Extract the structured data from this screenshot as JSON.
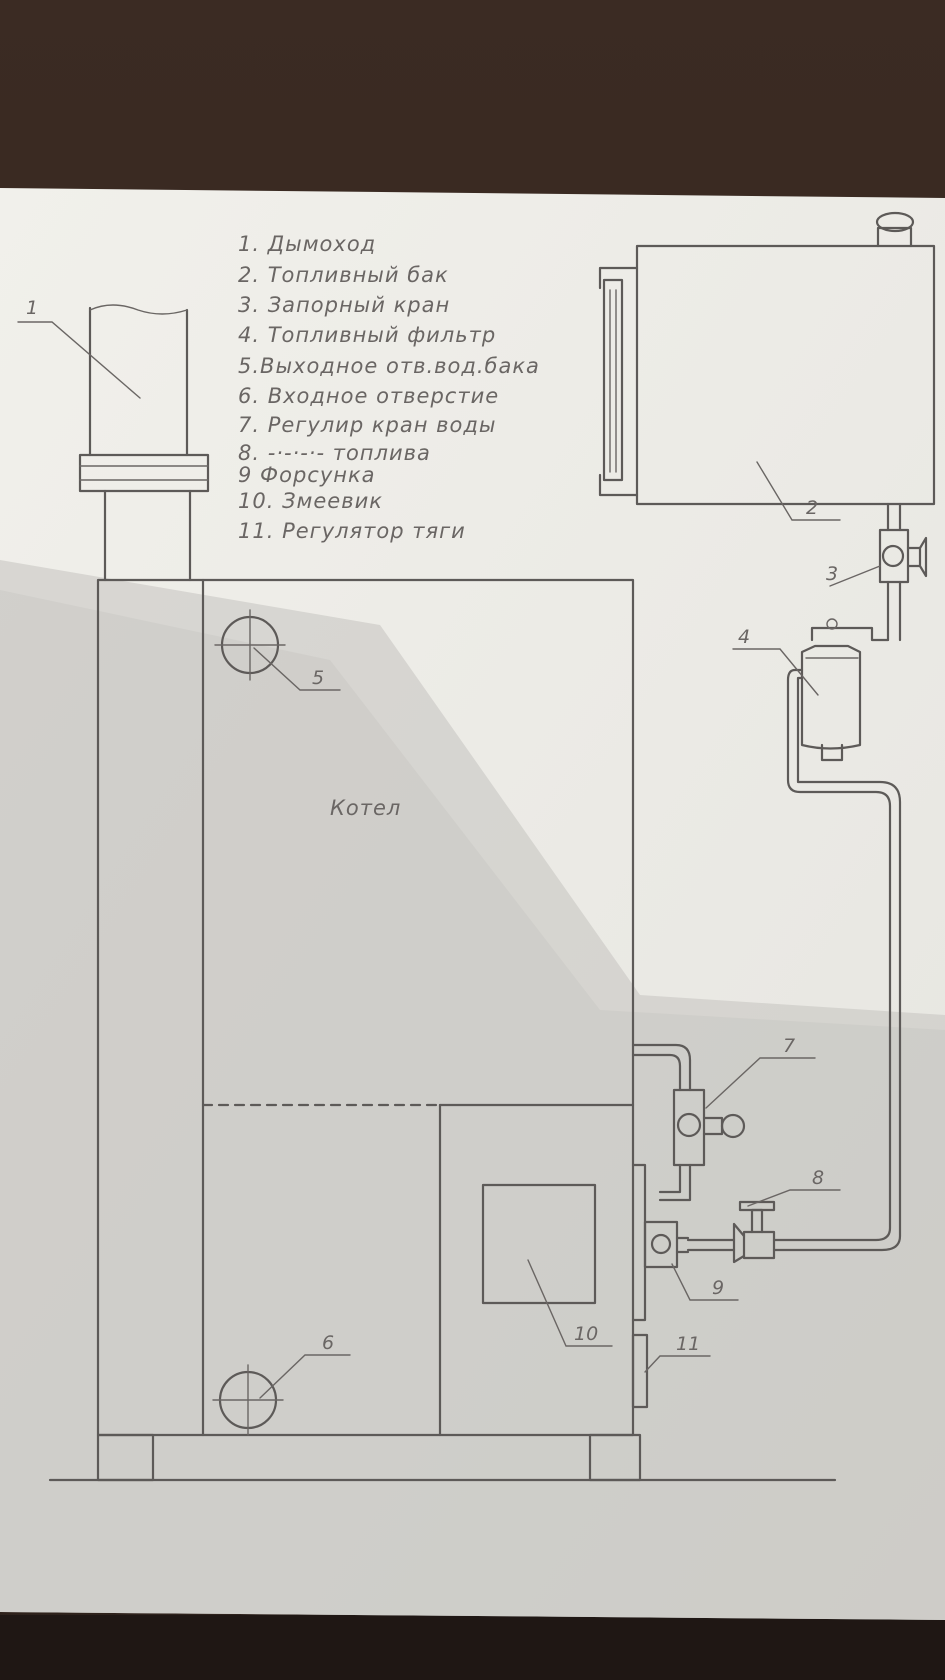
{
  "legend": [
    "1. Дымоход",
    "2. Топливный бак",
    "3. Запорный кран",
    "4. Топливный фильтр",
    "5.Выходное отв.вод.бака",
    "6. Входное отверстие",
    "7. Регулир кран воды",
    "8. -·-·-·- топлива",
    "9 Форсунка",
    "10. Змеевик",
    "11. Регулятор тяги"
  ],
  "boiler_label": "Котел",
  "callouts": [
    "1",
    "2",
    "3",
    "4",
    "5",
    "6",
    "7",
    "8",
    "9",
    "10",
    "11"
  ],
  "colors": {
    "desk": "#3a2a22",
    "paper": "#ecebe6",
    "pencil": "#5d5a58",
    "shadow": "#c9c8c4"
  }
}
